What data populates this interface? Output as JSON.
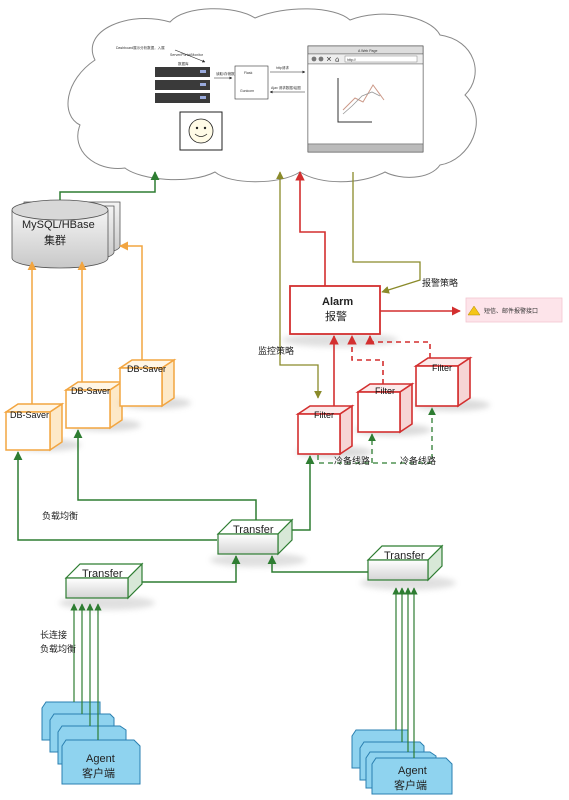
{
  "cloud": {
    "note_text": "Dashboard展示分析数据，入展",
    "note_text2": "Server/Portal/Monitor",
    "db_label": "数据库",
    "flask_label": "Flask",
    "flask_sub": "Gunicorn",
    "arrow_label1": "读取/存储数据",
    "arrow_label2": "http请求",
    "arrow_label3": "Ajax 请求数据/绘图",
    "browser_title": "A Web Page",
    "browser_url": "http://"
  },
  "storage": {
    "line1": "MySQL/HBase",
    "line2": "集群"
  },
  "dbsavers": [
    {
      "label": "DB-Saver"
    },
    {
      "label": "DB-Saver"
    },
    {
      "label": "DB-Saver"
    }
  ],
  "alarm": {
    "line1": "Alarm",
    "line2": "报警"
  },
  "alarm_out": "短信、邮件报警接口",
  "filters": [
    {
      "label": "Filter"
    },
    {
      "label": "Filter"
    },
    {
      "label": "Filter"
    }
  ],
  "transfers": [
    {
      "label": "Transfer"
    },
    {
      "label": "Transfer"
    },
    {
      "label": "Transfer"
    }
  ],
  "agents": [
    {
      "line1": "Agent",
      "line2": "客户端"
    },
    {
      "line1": "Agent",
      "line2": "客户端"
    }
  ],
  "labels": {
    "monitor_policy": "监控策略",
    "alarm_policy": "报警策略",
    "cold_standby_1": "冷备线路",
    "cold_standby_2": "冷备线路",
    "load_balance": "负载均衡",
    "long_conn_1": "长连接",
    "long_conn_2": "负载均衡"
  },
  "colors": {
    "green": "#2e7d32",
    "orange": "#f2a540",
    "red": "#d32f2f",
    "olive": "#8a8a2a",
    "agent_blue": "#8fd3ef"
  }
}
